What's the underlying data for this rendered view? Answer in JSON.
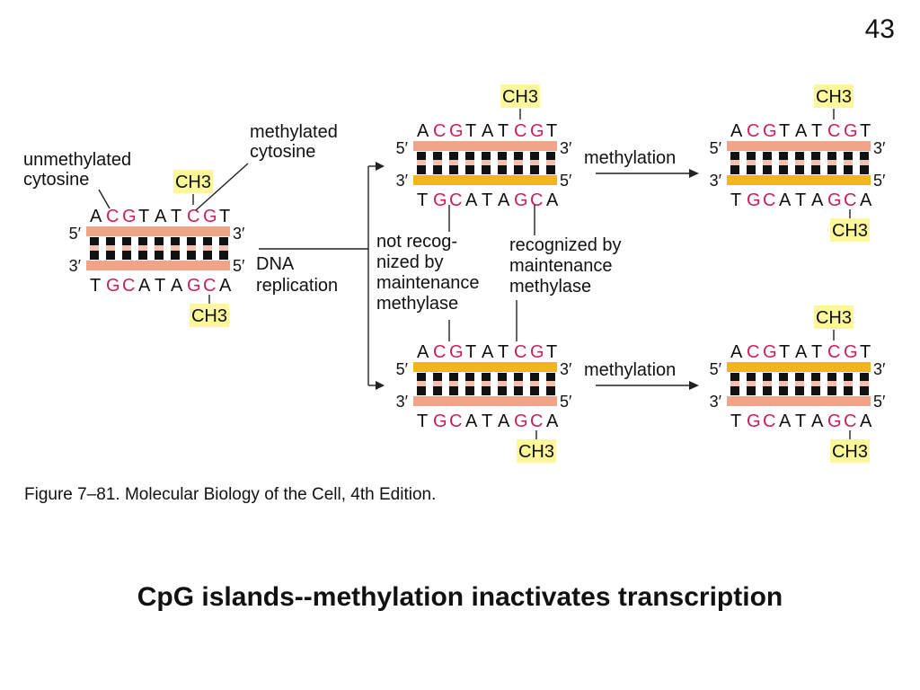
{
  "slide_number": "43",
  "labels": {
    "unmethylated": [
      "unmethylated",
      "cytosine"
    ],
    "methylated": [
      "methylated",
      "cytosine"
    ],
    "dna_replication": [
      "DNA",
      "replication"
    ],
    "not_recognized": [
      "not recog-",
      "nized by",
      "maintenance",
      "methylase"
    ],
    "recognized": [
      "recognized by",
      "maintenance",
      "methylase"
    ],
    "methylation_arrow": "methylation",
    "methyl_group": "CH3",
    "five_prime": "5′",
    "three_prime": "3′"
  },
  "sequences": {
    "top_strand": [
      "A",
      "C",
      "G",
      "T",
      "A",
      "T",
      "C",
      "G",
      "T"
    ],
    "bottom_strand": [
      "T",
      "G",
      "C",
      "A",
      "T",
      "A",
      "G",
      "C",
      "A"
    ],
    "top_cpg_positions": [
      1,
      2,
      6,
      7
    ],
    "bottom_cpg_positions": [
      1,
      2,
      6,
      7
    ]
  },
  "colors": {
    "parental_strand": "#f0a488",
    "new_strand": "#f2b61a",
    "base_pair_dark": "#111111",
    "base_pair_light": "#f4c0b0",
    "cpg_letter": "#cc1f5e",
    "methyl_highlight": "#fbf79a",
    "line": "#222222"
  },
  "caption": "Figure 7–81. Molecular Biology of the Cell, 4th Edition.",
  "title": "CpG islands--methylation inactivates transcription"
}
